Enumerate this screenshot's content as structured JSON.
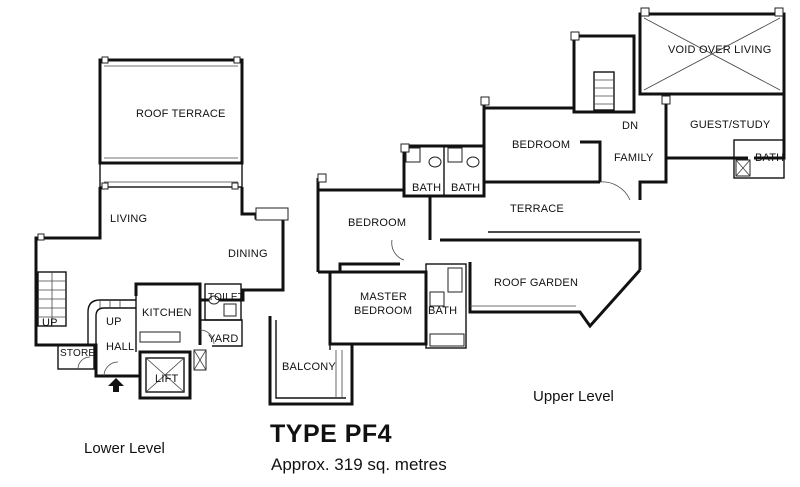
{
  "plan": {
    "type_title": "TYPE PF4",
    "area": "Approx. 319 sq. metres",
    "levels": {
      "lower": "Lower Level",
      "upper": "Upper Level"
    },
    "rooms": {
      "roof_terrace": "ROOF TERRACE",
      "living": "LIVING",
      "dining": "DINING",
      "kitchen": "KITCHEN",
      "toilet": "TOILET",
      "yard": "YARD",
      "up_stair": "UP",
      "up_hall": "UP",
      "hall": "HALL",
      "store": "STORE",
      "lift": "LIFT",
      "bedroom_1": "BEDROOM",
      "bedroom_2": "BEDROOM",
      "bath_1": "BATH",
      "bath_2": "BATH",
      "bath_3": "BATH",
      "bath_4": "BATH",
      "terrace": "TERRACE",
      "roof_garden": "ROOF GARDEN",
      "master_bedroom_line1": "MASTER",
      "master_bedroom_line2": "BEDROOM",
      "balcony": "BALCONY",
      "dn": "DN",
      "family": "FAMILY",
      "guest_study": "GUEST/STUDY",
      "void_over_living": "VOID OVER LIVING"
    }
  }
}
